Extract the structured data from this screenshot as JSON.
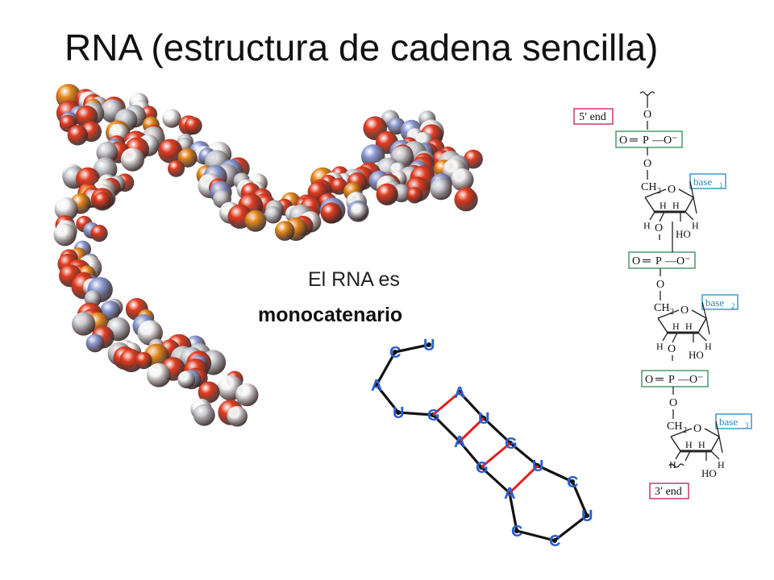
{
  "title": "RNA (estructura de cadena sencilla)",
  "caption": {
    "line1": "El RNA es",
    "line2": "monocatenario"
  },
  "colors": {
    "oxygen": "#e23b1f",
    "phosphorus": "#e8891a",
    "carbon": "#c9ccd1",
    "hydrogen": "#f4f4f4",
    "nitrogen": "#8c9bd6",
    "pair_line": "#e02020",
    "letter_blue": "#2b5fd0",
    "end_box": "#c2185b",
    "phosphate_box": "#2e8b57",
    "base_box": "#2a86b8"
  },
  "hairpin": {
    "letters": [
      "U",
      "C",
      "A",
      "U",
      "G",
      "A",
      "G",
      "A",
      "C",
      "C",
      "U",
      "C",
      "U",
      "G",
      "U",
      "A"
    ]
  },
  "structure": {
    "five_end": "5′ end",
    "three_end": "3′ end",
    "phosphate": {
      "o_left": "O",
      "eq": "═",
      "p": "P",
      "dash": "—",
      "o_right": "O⁻"
    },
    "o": "O",
    "ch2": "CH",
    "ch2_sub": "2",
    "h": "H",
    "ho": "HO",
    "bases": [
      {
        "label": "base",
        "sub": "1"
      },
      {
        "label": "base",
        "sub": "2"
      },
      {
        "label": "base",
        "sub": "3"
      }
    ]
  }
}
